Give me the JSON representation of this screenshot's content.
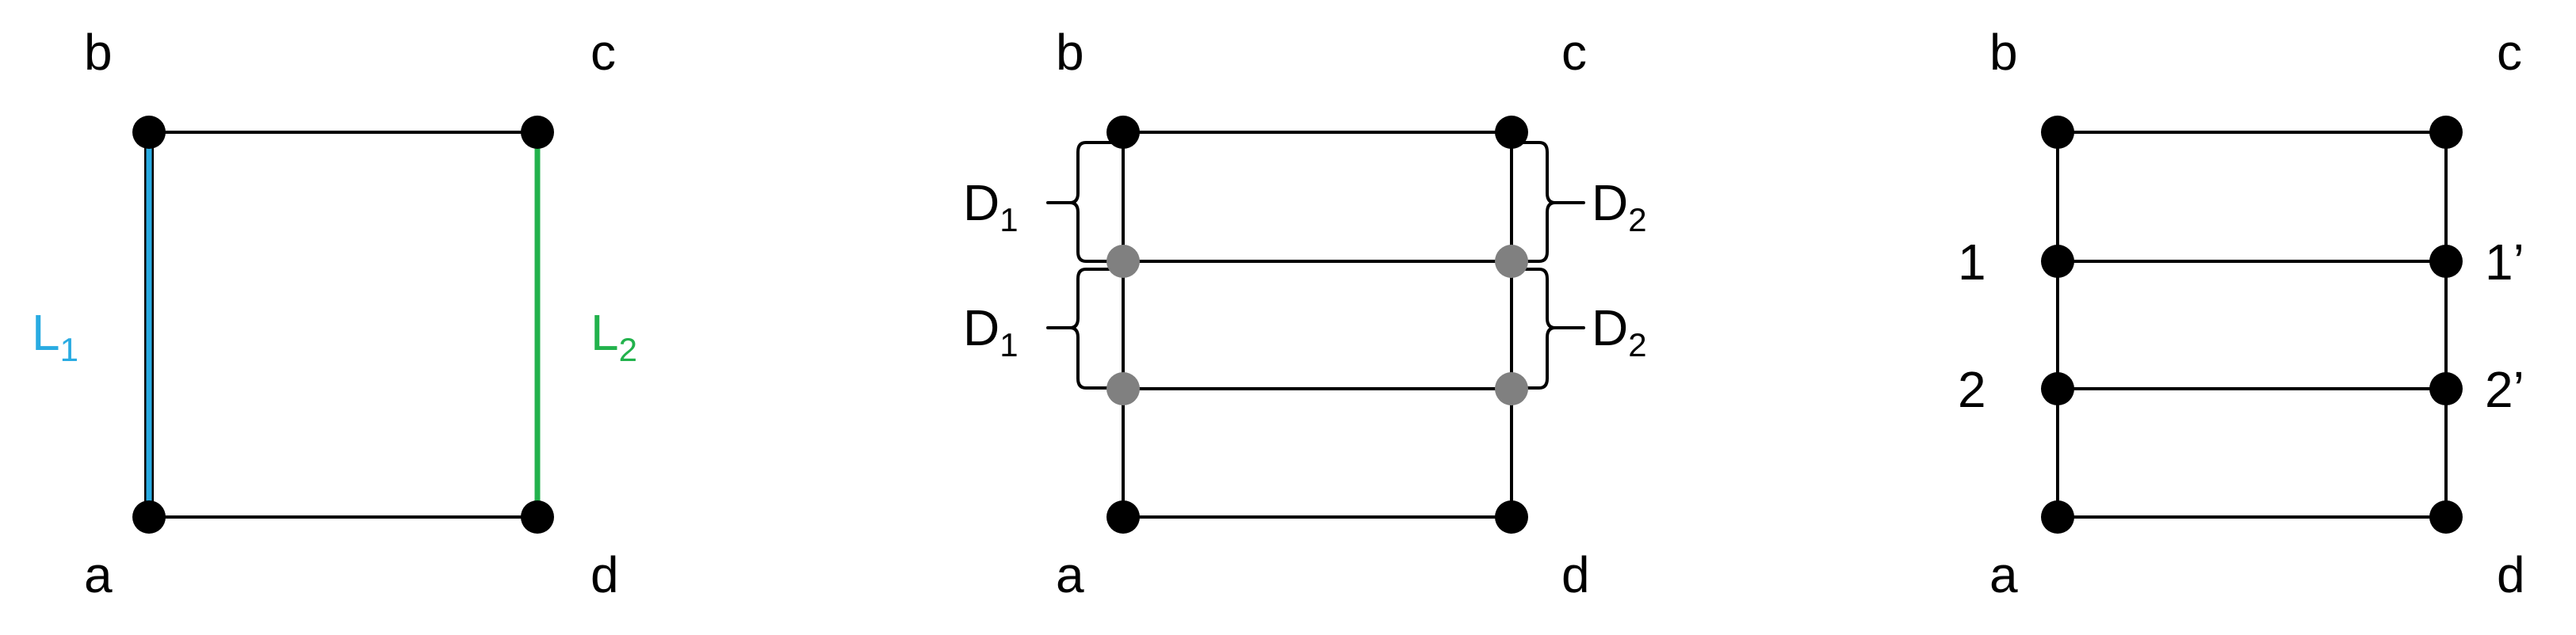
{
  "colors": {
    "line": "#000000",
    "node": "#000000",
    "midpoint_node": "#808080",
    "L1": "#29abe2",
    "L2": "#22b24c"
  },
  "panel1": {
    "corners": {
      "a": "a",
      "b": "b",
      "c": "c",
      "d": "d"
    },
    "L1": {
      "main": "L",
      "sub": "1"
    },
    "L2": {
      "main": "L",
      "sub": "2"
    }
  },
  "panel2": {
    "corners": {
      "a": "a",
      "b": "b",
      "c": "c",
      "d": "d"
    },
    "D1": {
      "main": "D",
      "sub": "1"
    },
    "D2": {
      "main": "D",
      "sub": "2"
    }
  },
  "panel3": {
    "corners": {
      "a": "a",
      "b": "b",
      "c": "c",
      "d": "d"
    },
    "points": {
      "p1": "1",
      "p2": "2",
      "p1prime": "1’",
      "p2prime": "2’"
    }
  }
}
